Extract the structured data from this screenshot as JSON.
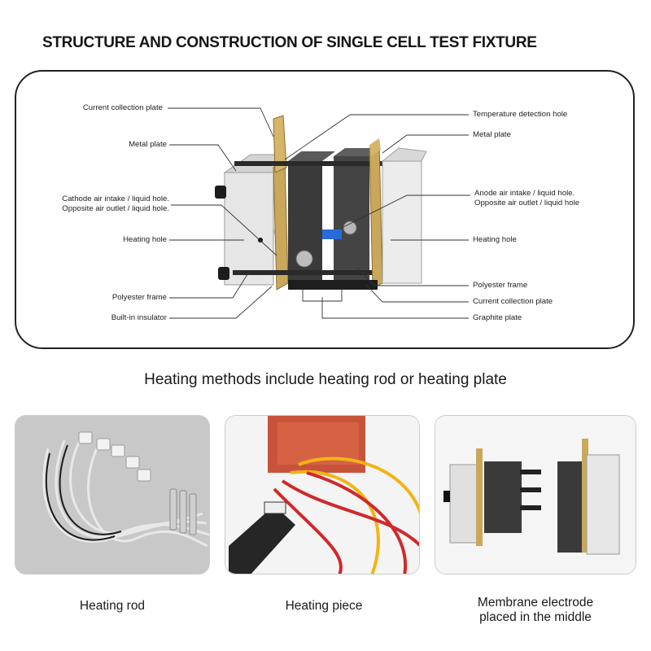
{
  "title": "STRUCTURE AND CONSTRUCTION OF SINGLE CELL TEST FIXTURE",
  "diagram": {
    "left_labels": [
      {
        "id": "current-collection-plate-left",
        "lines": [
          "Current collection plate"
        ]
      },
      {
        "id": "metal-plate-left",
        "lines": [
          "Metal plate"
        ]
      },
      {
        "id": "cathode-air-intake",
        "lines": [
          "Cathode air intake / liquid hole.",
          "Opposite air outlet / liquid hole."
        ]
      },
      {
        "id": "heating-hole-left",
        "lines": [
          "Heating hole"
        ]
      },
      {
        "id": "polyester-frame-left",
        "lines": [
          "Polyester frame"
        ]
      },
      {
        "id": "built-in-insulator",
        "lines": [
          "Built-in insulator"
        ]
      }
    ],
    "right_labels": [
      {
        "id": "temperature-detection-hole",
        "lines": [
          "Temperature detection hole"
        ]
      },
      {
        "id": "metal-plate-right",
        "lines": [
          "Metal plate"
        ]
      },
      {
        "id": "anode-air-intake",
        "lines": [
          "Anode air intake / liquid hole.",
          "Opposite air outlet / liquid hole"
        ]
      },
      {
        "id": "heating-hole-right",
        "lines": [
          "Heating hole"
        ]
      },
      {
        "id": "polyester-frame-right",
        "lines": [
          "Polyester frame"
        ]
      },
      {
        "id": "current-collection-plate-right",
        "lines": [
          "Current collection plate"
        ]
      },
      {
        "id": "graphite-plate",
        "lines": [
          "Graphite plate"
        ]
      }
    ]
  },
  "subtitle": "Heating methods include heating rod or heating plate",
  "photos": [
    {
      "id": "heating-rod",
      "caption_lines": [
        "Heating rod"
      ]
    },
    {
      "id": "heating-piece",
      "caption_lines": [
        "Heating piece"
      ]
    },
    {
      "id": "membrane-electrode",
      "caption_lines": [
        "Membrane electrode",
        "placed in the middle"
      ]
    }
  ],
  "colors": {
    "frame": "#222222",
    "gold": "#c9a85a",
    "graphite": "#3a3a3a",
    "aluminum": "#e4e4e4",
    "yellow_wire": "#f2b416",
    "red_wire": "#d2282a"
  }
}
